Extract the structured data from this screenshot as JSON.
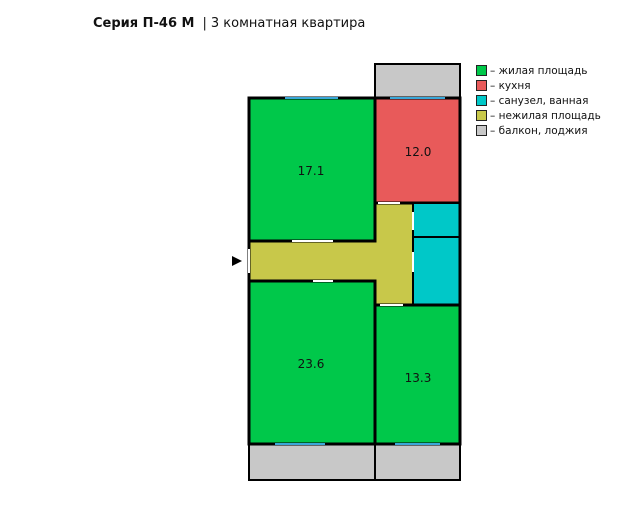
{
  "title": {
    "series": "Серия П-46 М",
    "separator": "|",
    "subtitle": "3 комнатная квартира"
  },
  "colors": {
    "living": "#00c84a",
    "kitchen": "#e85a5a",
    "bathroom": "#00c8c8",
    "nonliving": "#c8c84a",
    "balcony": "#c8c8c8",
    "wall": "#000000",
    "window": "#3aa7d8"
  },
  "rooms": {
    "room_top_left": {
      "area": "17.1",
      "type": "living"
    },
    "kitchen": {
      "area": "12.0",
      "type": "kitchen"
    },
    "room_bottom_left": {
      "area": "23.6",
      "type": "living"
    },
    "room_bottom_right": {
      "area": "13.3",
      "type": "living"
    }
  },
  "entrance_marker": "entrance-arrow-icon",
  "legend": [
    {
      "color": "#00c84a",
      "label": "– жилая площадь"
    },
    {
      "color": "#e85a5a",
      "label": "– кухня"
    },
    {
      "color": "#00c8c8",
      "label": "– санузел, ванная"
    },
    {
      "color": "#c8c84a",
      "label": "– нежилая площадь"
    },
    {
      "color": "#c8c8c8",
      "label": "– балкон, лоджия"
    }
  ]
}
